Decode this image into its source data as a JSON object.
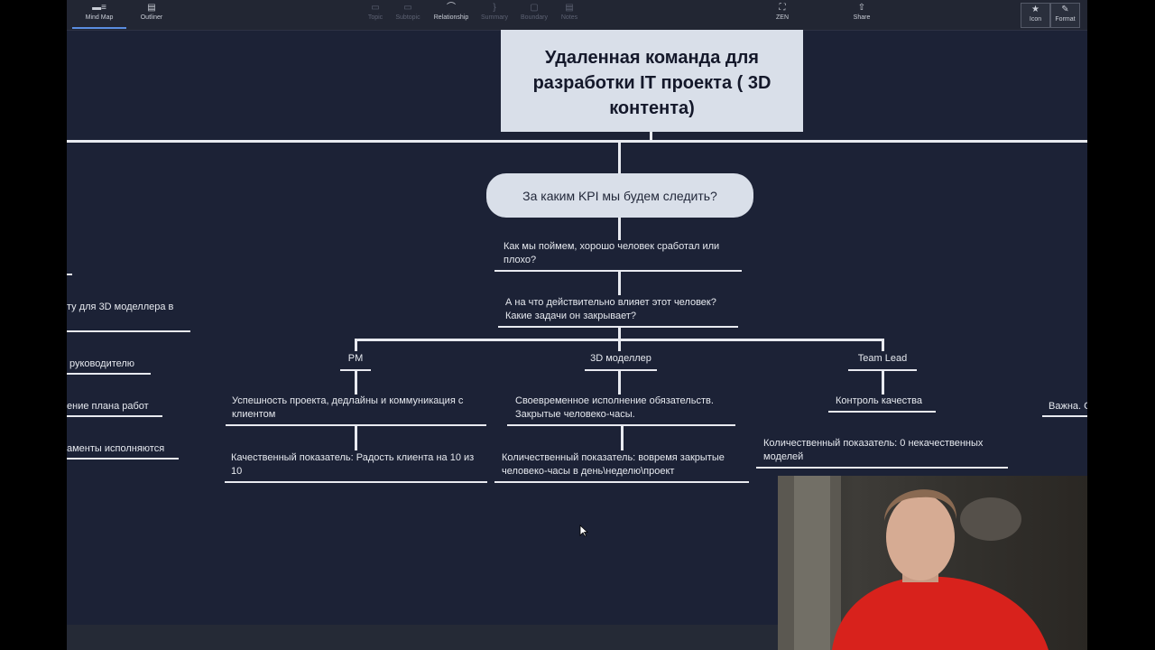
{
  "toolbar": {
    "mindmap": "Mind Map",
    "outliner": "Outliner",
    "topic": "Topic",
    "subtopic": "Subtopic",
    "relationship": "Relationship",
    "summary": "Summary",
    "boundary": "Boundary",
    "notes": "Notes",
    "zen": "ZEN",
    "share": "Share",
    "icon": "Icon",
    "format": "Format"
  },
  "mindmap": {
    "root": "Удаленная команда для разработки IT проекта ( 3D контента)",
    "kpi_question": "За каким KPI мы будем следить?",
    "q1": "Как мы поймем, хорошо человек сработал или плохо?",
    "q2": "А на что действительно влияет этот человек? Какие задачи он закрывает?",
    "roles": {
      "pm": {
        "label": "PM",
        "goal": "Успешность проекта, дедлайны и коммуникация с клиентом",
        "metric": "Качественный показатель:  Радость клиента на 10 из 10"
      },
      "modeler": {
        "label": "3D моделлер",
        "goal": "Своевременное исполнение обязательств. Закрытые человеко-часы.",
        "metric": "Количественный показатель: вовремя закрытые человеко-часы в день\\неделю\\проект"
      },
      "teamlead": {
        "label": "Team Lead",
        "goal": "Контроль качества",
        "metric": "Количественный показатель: 0 некачественных моделей"
      }
    },
    "left_partial": [
      "ту для 3D моделлера в",
      "руководителю",
      "ение плана работ",
      "аменты исполняются"
    ],
    "right_partial": "Важна. С"
  },
  "icons": {
    "mindmap": "mindmap-icon",
    "outliner": "outliner-icon",
    "relationship": "relationship-icon",
    "zen": "zen-icon",
    "share": "share-icon",
    "icon": "star-icon",
    "format": "brush-icon"
  },
  "colors": {
    "canvas": "#1c2236",
    "node_fill": "#d9dfe9",
    "line": "#e8eaf0",
    "accent": "#5a8de0"
  }
}
